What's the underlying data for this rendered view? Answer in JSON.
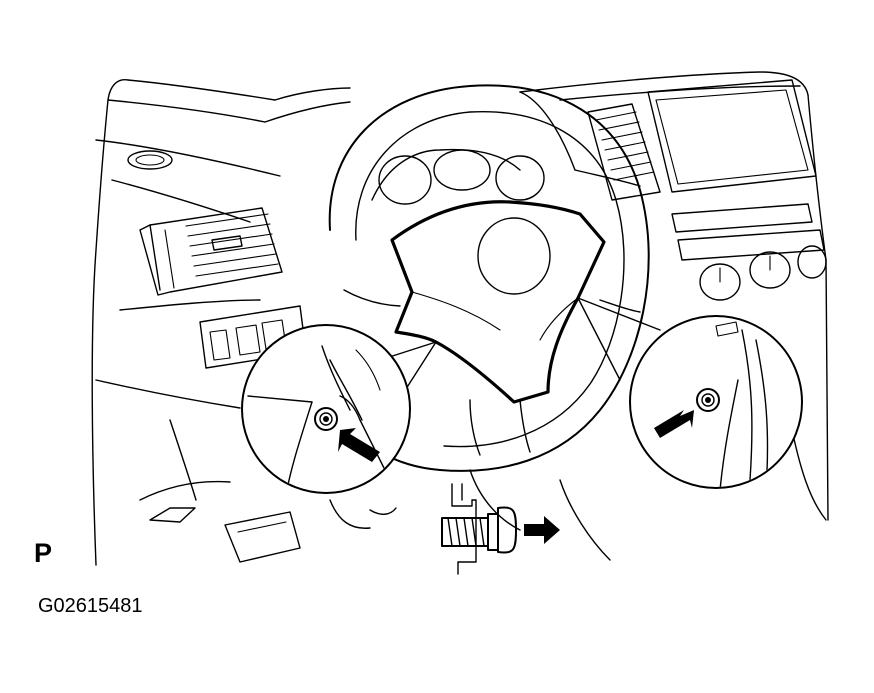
{
  "diagram": {
    "view_letter": "P",
    "reference_code": "G02615481",
    "parts": {
      "steering_wheel": "steering-wheel",
      "airbag_pad": "airbag-pad",
      "left_detail": "left-screw-detail",
      "right_detail": "right-screw-detail",
      "torx_screw": "torx-screw-detail"
    },
    "colors": {
      "line": "#000000",
      "background": "#ffffff"
    }
  }
}
